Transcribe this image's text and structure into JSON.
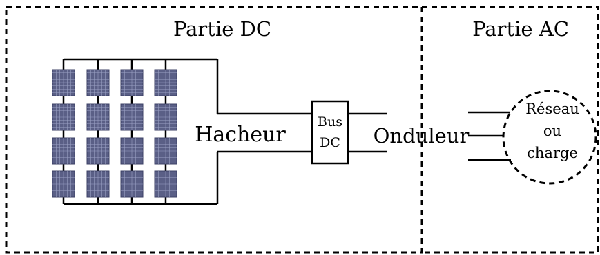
{
  "regions": {
    "dc_label": "Partie DC",
    "ac_label": "Partie AC"
  },
  "components": {
    "hacheur": "Hacheur",
    "bus_line1": "Bus",
    "bus_line2": "DC",
    "onduleur": "Onduleur",
    "grid_line1": "Réseau",
    "grid_line2": "ou",
    "grid_line3": "charge"
  },
  "pv_array": {
    "strings": 4,
    "modules_per_string": 4
  },
  "colors": {
    "panel": "#5a5f86",
    "panel_grid": "#9aa0c4",
    "line": "#000000"
  }
}
